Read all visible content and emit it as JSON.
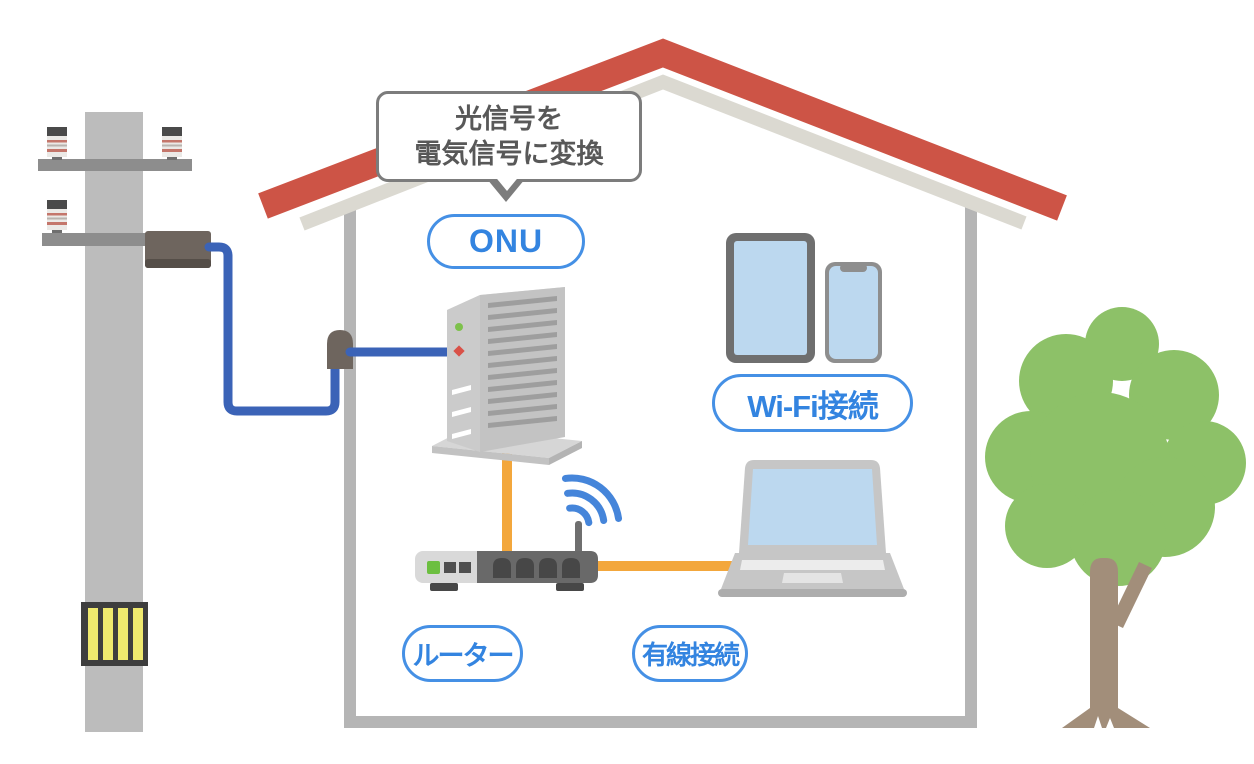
{
  "bubble": {
    "line1": "光信号を",
    "line2": "電気信号に変換"
  },
  "labels": {
    "onu": "ONU",
    "wifi": "Wi-Fi接続",
    "router": "ルーター",
    "wired": "有線接続"
  },
  "icons": {
    "wifi_icon": "three-arc-wifi-waves",
    "antenna_icon": "router-antenna-stick",
    "led_icons": "green-and-red-status-leds",
    "warning_band_icon": "yellow-striped-pole-guard"
  },
  "colors": {
    "roof_red": "#cd5446",
    "roof_eave": "#dbd9d1",
    "wall_gray": "#b5b5b5",
    "pole_gray": "#bcbcbc",
    "crossarm_gray": "#8d8d8d",
    "closure_taupe": "#6e655e",
    "cable_blue": "#3b63b7",
    "cable_orange": "#f3a73c",
    "label_blue": "#4590e5",
    "screen_blue": "#bcd8ef",
    "wifi_blue": "#4585da",
    "tree_green": "#8dc168",
    "trunk_brown": "#a28e7a",
    "led_green": "#7dc14b",
    "led_red": "#d95148",
    "stripe_yellow": "#efe96e"
  }
}
